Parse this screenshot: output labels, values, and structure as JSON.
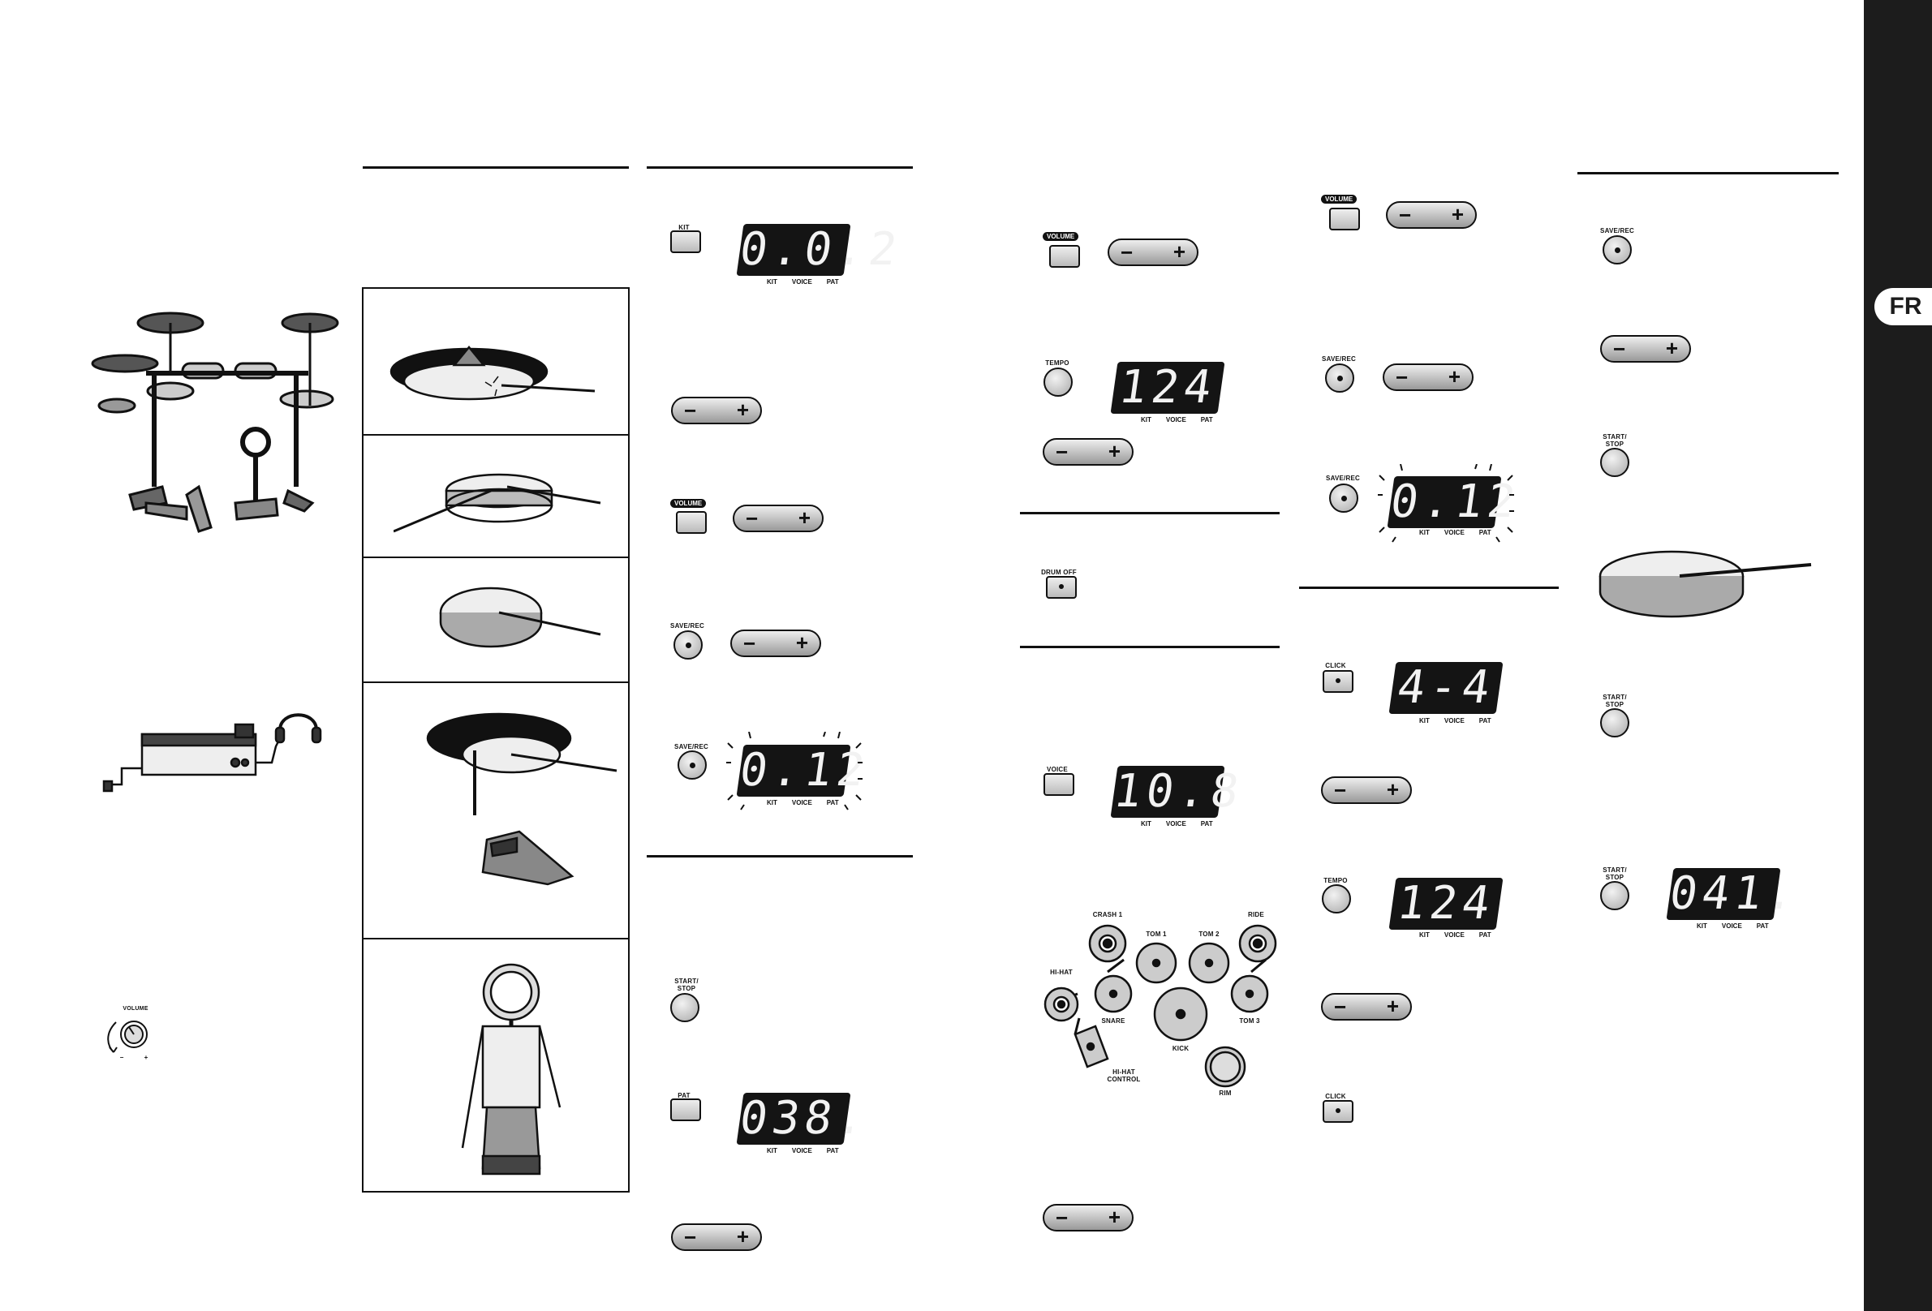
{
  "side_tab": {
    "language": "FR"
  },
  "buttons": {
    "kit": "KIT",
    "volume": "VOLUME",
    "save_rec": "SAVE/REC",
    "start_stop": "START/\nSTOP",
    "pat": "PAT",
    "tempo": "TEMPO",
    "drum_off": "DRUM OFF",
    "voice": "VOICE",
    "click": "CLICK"
  },
  "knob": {
    "label": "VOLUME",
    "minus": "−",
    "plus": "+"
  },
  "rocker": {
    "minus": "−",
    "plus": "+"
  },
  "display_labels": {
    "kit": "KIT",
    "voice": "VOICE",
    "pat": "PAT"
  },
  "displays": {
    "kit_002": "0.0.2",
    "save_012_a": "0.12",
    "pat_038": "038.",
    "tempo_124_a": "124",
    "voice_108": "10.8",
    "save_012_b": "0.12",
    "click_44": "4-4",
    "tempo_124_b": "124",
    "start_041": "041."
  },
  "pad_map": {
    "crash1": "CRASH 1",
    "tom1": "TOM 1",
    "tom2": "TOM 2",
    "ride": "RIDE",
    "hihat": "HI-HAT",
    "snare": "SNARE",
    "tom3": "TOM 3",
    "kick": "KICK",
    "hihat_control": "HI-HAT\nCONTROL",
    "rim": "RIM"
  }
}
